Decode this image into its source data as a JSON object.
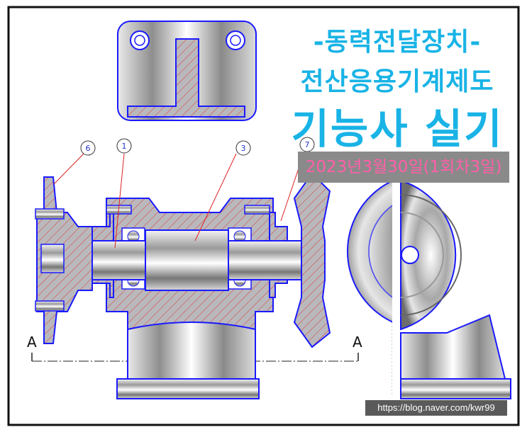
{
  "titles": {
    "line1": "-동력전달장치-",
    "line2": "전산응용기계제도",
    "line3": "기능사 실기"
  },
  "date_label": "2023년3월30일(1회차3일)",
  "url_label": "https://blog.naver.com/kwr99",
  "balloons": [
    {
      "id": "balloon-6",
      "label": "6"
    },
    {
      "id": "balloon-1",
      "label": "1"
    },
    {
      "id": "balloon-3",
      "label": "3"
    },
    {
      "id": "balloon-7",
      "label": "7"
    }
  ],
  "section_marks": {
    "left": "A",
    "right": "A"
  },
  "colors": {
    "outline": "#1a1aff",
    "hatch": "#d94a4a",
    "title": "#19b3e6",
    "date_text": "#ff5fa8",
    "date_bg": "#8a8a8a",
    "url_bg": "#5a5a5a"
  }
}
